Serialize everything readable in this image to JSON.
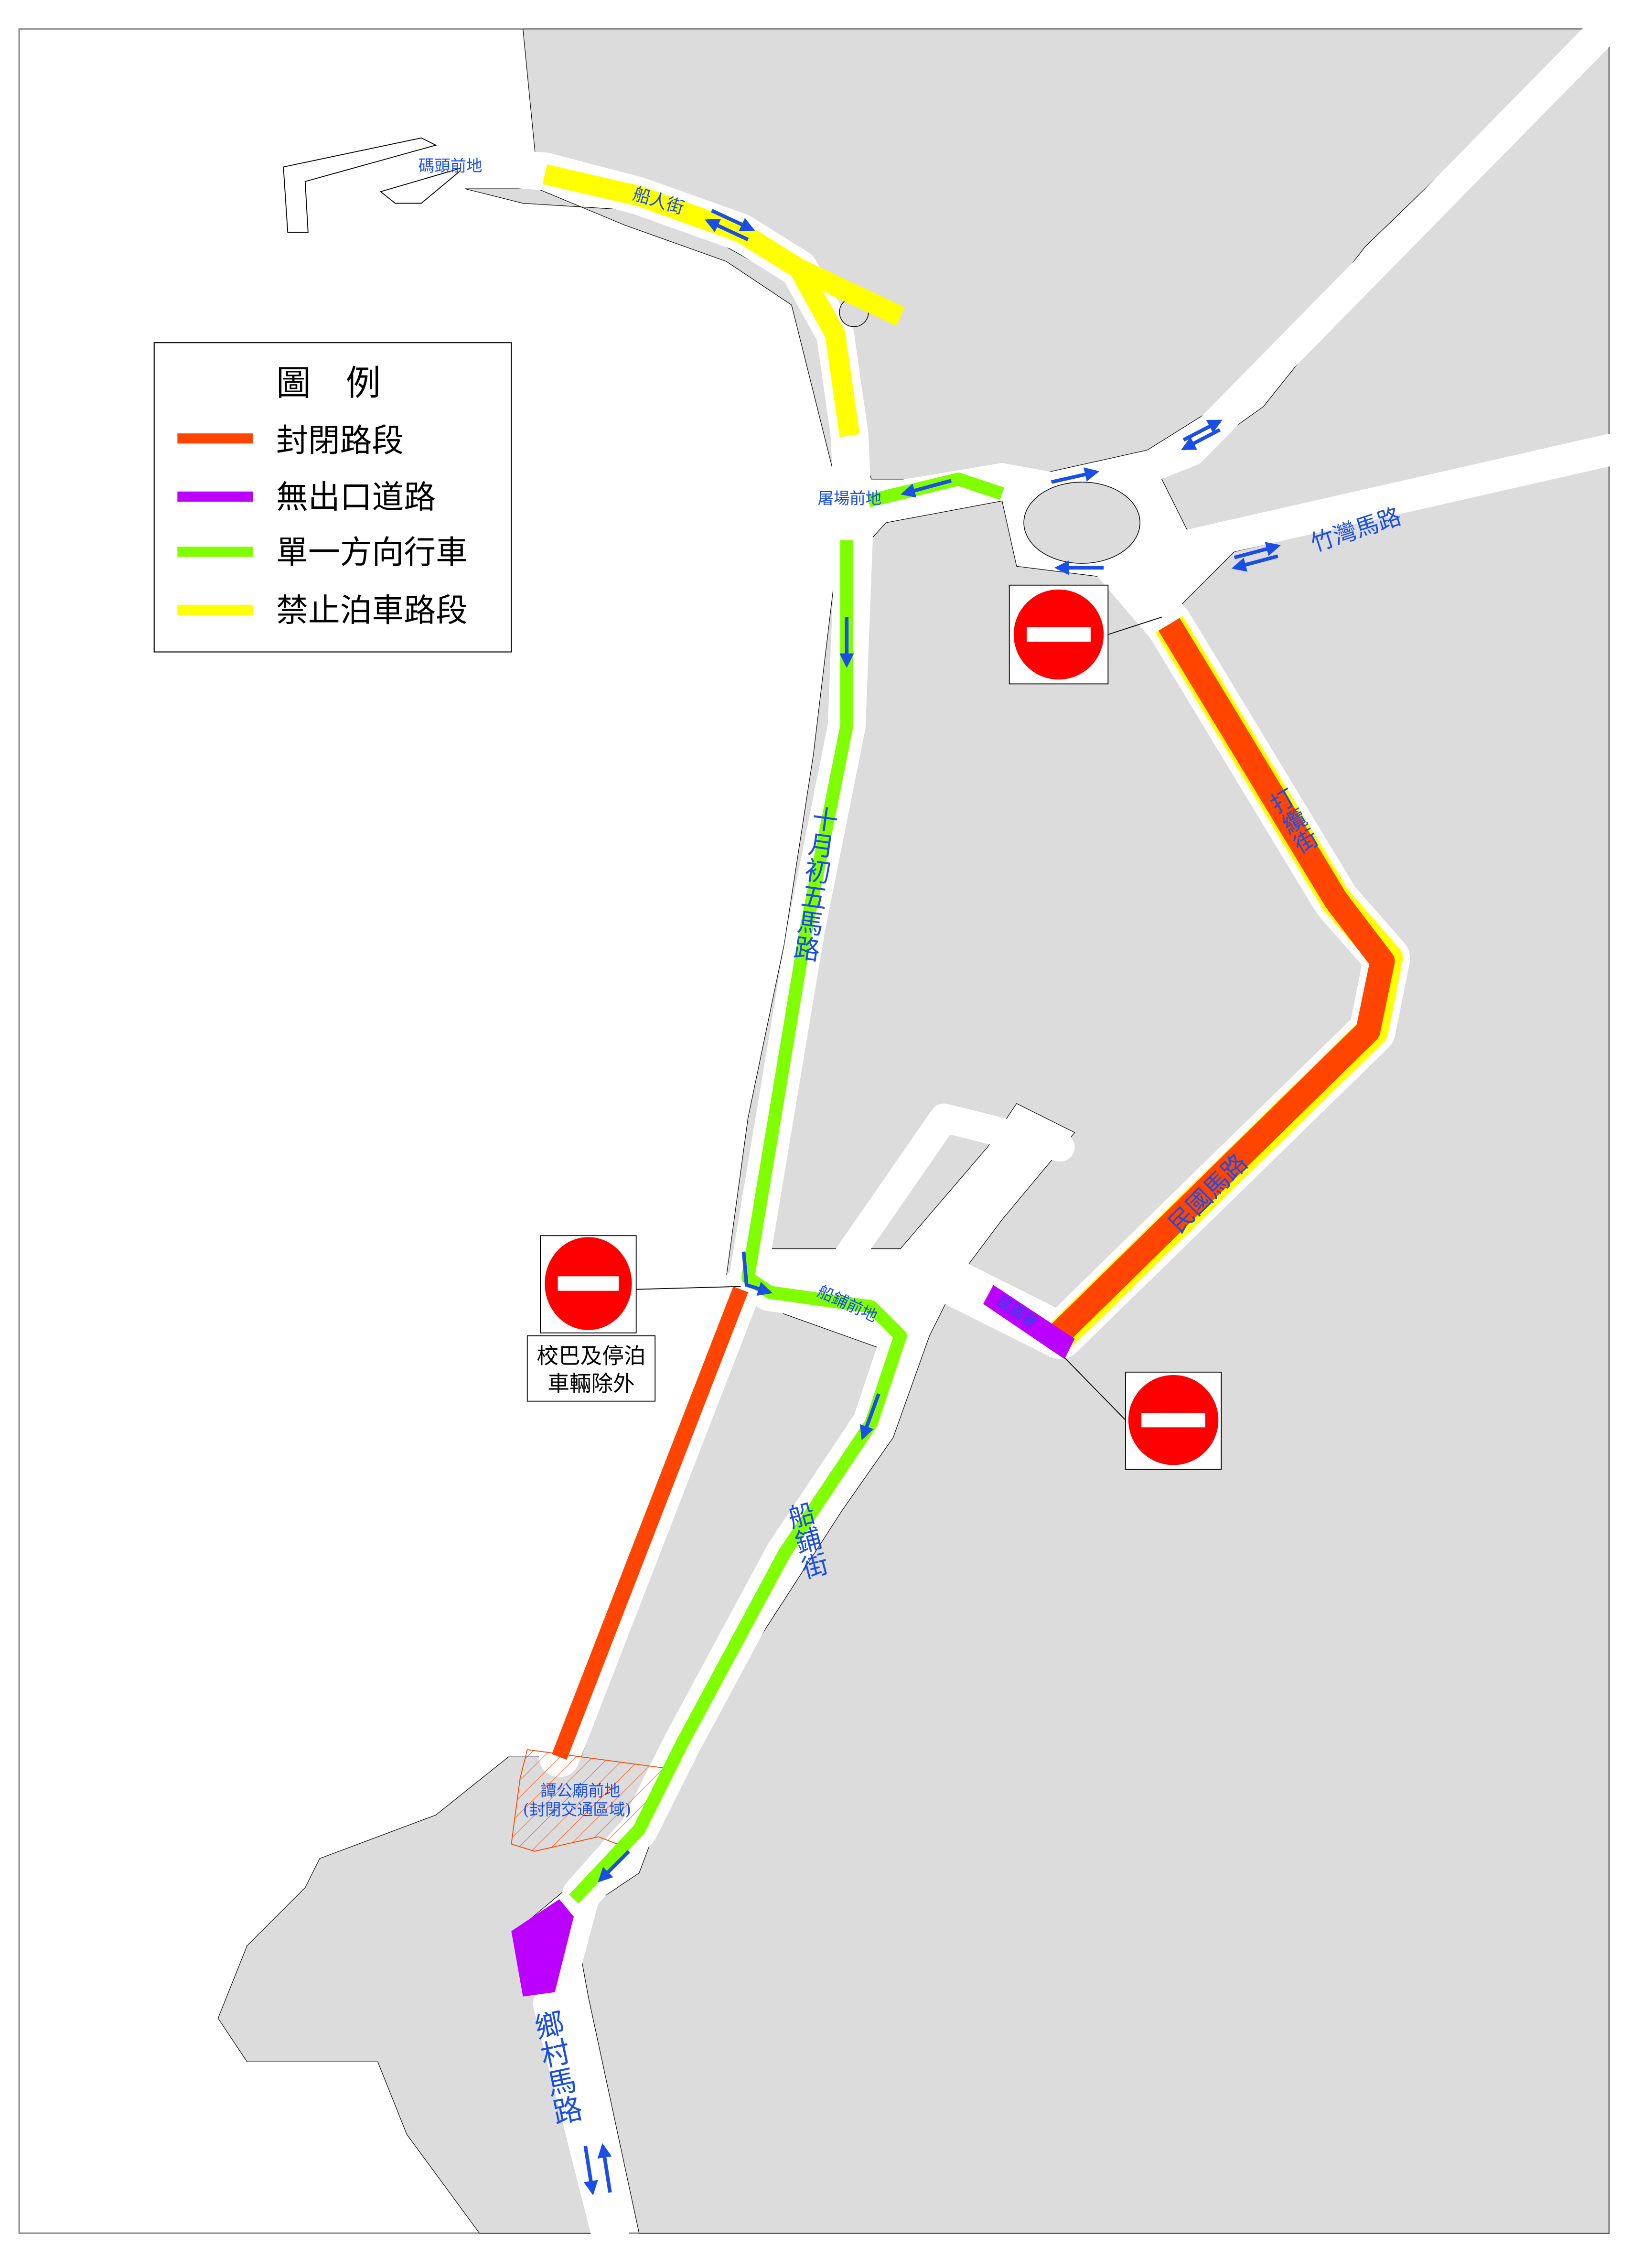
{
  "legend": {
    "title": "圖　例",
    "items": [
      {
        "label": "封閉路段",
        "color": "#ff4500"
      },
      {
        "label": "無出口道路",
        "color": "#bb00ff"
      },
      {
        "label": "單一方向行車",
        "color": "#80ff00"
      },
      {
        "label": "禁止泊車路段",
        "color": "#ffff00"
      }
    ]
  },
  "colors": {
    "land": "#dcdcdc",
    "arrow": "#1a4ee6",
    "sign_red": "#ff0000",
    "hatch": "#ff4500"
  },
  "streets": {
    "pier_square": "碼頭前地",
    "boat_st": "船人街",
    "slaughter_sq": "屠場前地",
    "cheok_van": "竹灣馬路",
    "oct5_road": "十月初五馬路",
    "cable_st": "打纜街",
    "republic_road": "民國馬路",
    "republic_lane": "民國巷",
    "shipyard_sq": "船鋪前地",
    "shipyard_st": "船鋪街",
    "temple_sq": "譚公廟前地",
    "temple_sq_note": "(封閉交通區域)",
    "village_road": "鄉村馬路"
  },
  "signs": {
    "no_entry_exception": [
      "校巴及停泊",
      "車輛除外"
    ]
  }
}
